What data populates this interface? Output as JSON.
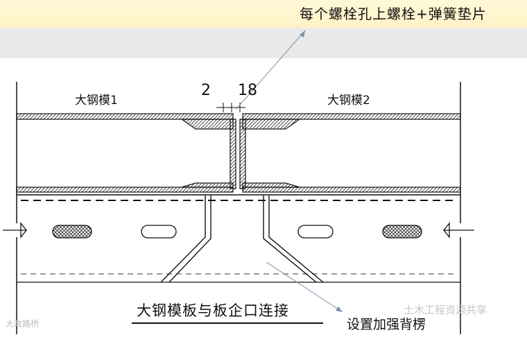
{
  "annotations": {
    "top_note": "每个螺栓孔上螺栓+弹簧垫片",
    "form_left": "大钢模1",
    "form_right": "大钢模2",
    "dim_gap": "2",
    "dim_width": "18",
    "caption": "大钢模板与板企口连接",
    "rib_note": "设置加强背楞"
  },
  "watermarks": {
    "left": "大政路桥",
    "right": "土木工程资源共享"
  },
  "colors": {
    "line": "#111111",
    "leader": "#7a8ea8",
    "top_band": "#fff3c9",
    "gray_band": "#e9e9e9"
  }
}
